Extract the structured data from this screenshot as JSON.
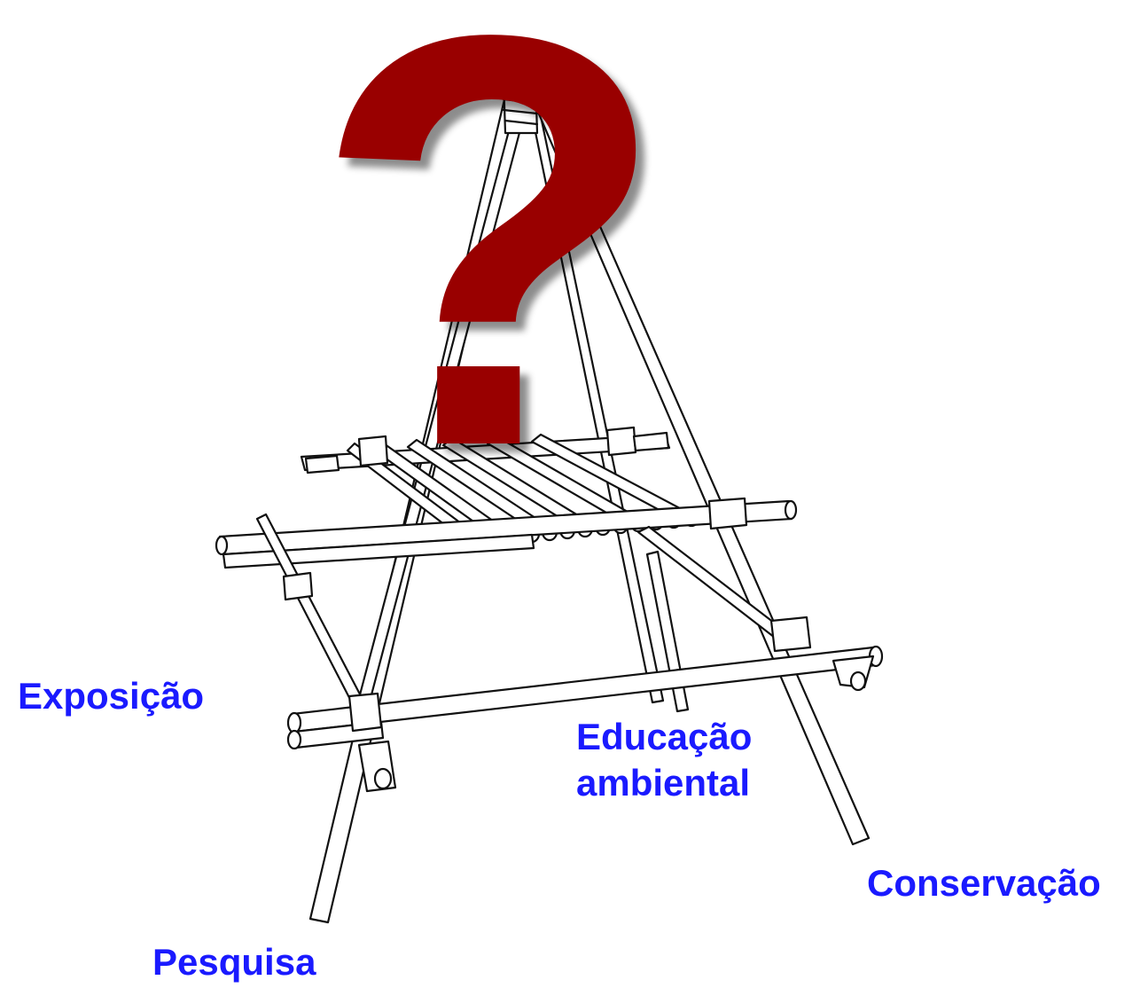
{
  "diagram": {
    "center_symbol": "?",
    "labels": {
      "exposicao": "Exposição",
      "educacao_line1": "Educação",
      "educacao_line2": "ambiental",
      "conservacao": "Conservação",
      "pesquisa": "Pesquisa"
    }
  },
  "colors": {
    "label": "#1a1aff",
    "question_mark": "#990000",
    "ink": "#111111",
    "background": "#ffffff"
  }
}
